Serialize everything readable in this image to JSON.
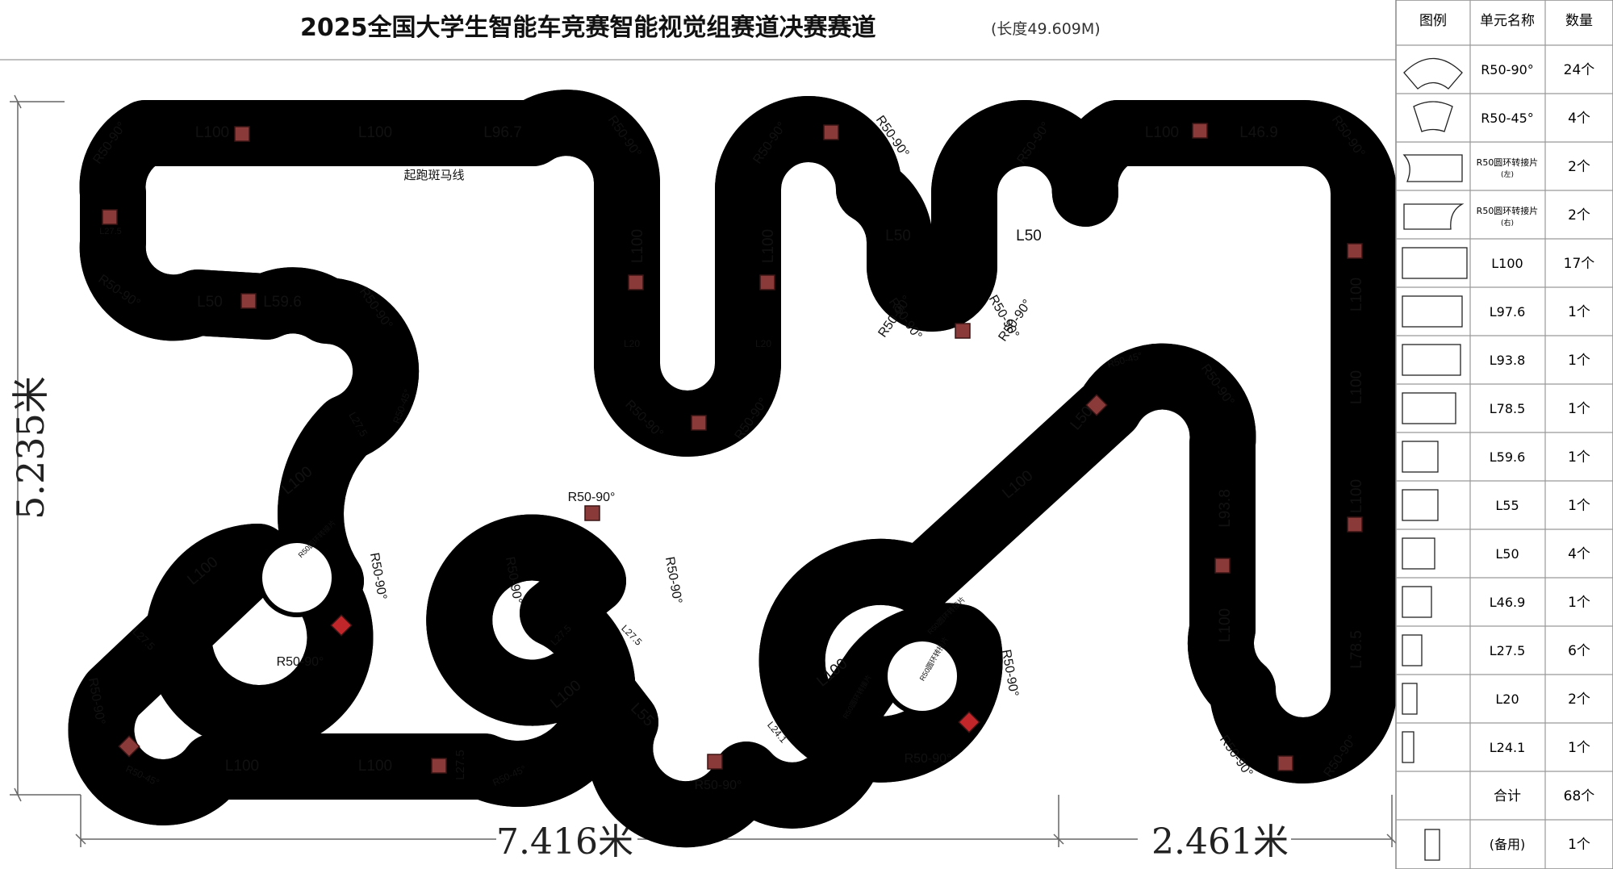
{
  "title": "2025全国大学生智能车竞赛智能视觉组赛道决赛赛道",
  "length_note": "(长度49.609M)",
  "dimensions": {
    "height": "5.235米",
    "width_left": "7.416米",
    "width_right": "2.461米"
  },
  "start_line": "起跑斑马线",
  "legend": {
    "headers": [
      "图例",
      "单元名称",
      "数量"
    ],
    "rows": [
      {
        "name": "R50-90°",
        "count": "24个",
        "icon": "arc-90-icon"
      },
      {
        "name": "R50-45°",
        "count": "4个",
        "icon": "arc-45-icon"
      },
      {
        "name": "R50圆环转接片",
        "sub": "(左)",
        "count": "2个",
        "icon": "ring-adapter-left-icon"
      },
      {
        "name": "R50圆环转接片",
        "sub": "(右)",
        "count": "2个",
        "icon": "ring-adapter-right-icon"
      },
      {
        "name": "L100",
        "count": "17个",
        "icon": "straight-icon"
      },
      {
        "name": "L97.6",
        "count": "1个",
        "icon": "straight-icon"
      },
      {
        "name": "L93.8",
        "count": "1个",
        "icon": "straight-icon"
      },
      {
        "name": "L78.5",
        "count": "1个",
        "icon": "straight-icon"
      },
      {
        "name": "L59.6",
        "count": "1个",
        "icon": "straight-icon"
      },
      {
        "name": "L55",
        "count": "1个",
        "icon": "straight-icon"
      },
      {
        "name": "L50",
        "count": "4个",
        "icon": "straight-icon"
      },
      {
        "name": "L46.9",
        "count": "1个",
        "icon": "straight-icon"
      },
      {
        "name": "L27.5",
        "count": "6个",
        "icon": "straight-icon"
      },
      {
        "name": "L20",
        "count": "2个",
        "icon": "straight-icon"
      },
      {
        "name": "L24.1",
        "count": "1个",
        "icon": "straight-icon"
      }
    ],
    "total_label": "合计",
    "total_count": "68个",
    "spare_label": "(备用)",
    "spare_count": "1个"
  },
  "track_labels": [
    "R50-90°",
    "L100",
    "L100",
    "L96.7",
    "R50-90°",
    "R50-90°",
    "R50-90°",
    "R50-90°",
    "L100",
    "L46.9",
    "R50-90°",
    "L27.5",
    "R50-90°",
    "L50",
    "L59.6",
    "R50-90°",
    "L100",
    "L100",
    "L50",
    "L50",
    "L100",
    "L20",
    "L20",
    "R50-90°",
    "R50-90°",
    "R50-90°",
    "R50-90°",
    "R50-45°",
    "R50-90°",
    "R50-45°",
    "L27.5",
    "L100",
    "L50",
    "L100",
    "L100",
    "L93.8",
    "R50圆环转接片",
    "R50-90°",
    "R50-90°",
    "R50-90°",
    "R50-90°",
    "L100",
    "R50-90°",
    "L100",
    "R50圆环转接片",
    "L27.5",
    "L27.5",
    "L27.5",
    "R50-90°",
    "L100",
    "L55",
    "R50-90°",
    "L100",
    "L24.1",
    "R50圆环转接片",
    "R50-90°",
    "R50-90°",
    "L100",
    "L78.5",
    "R50-90°",
    "L100",
    "L100",
    "L27.5",
    "R50-45°",
    "R50-90°",
    "R50-45°",
    "R50-90°",
    "R50-90°",
    "R50圆环转接片"
  ]
}
